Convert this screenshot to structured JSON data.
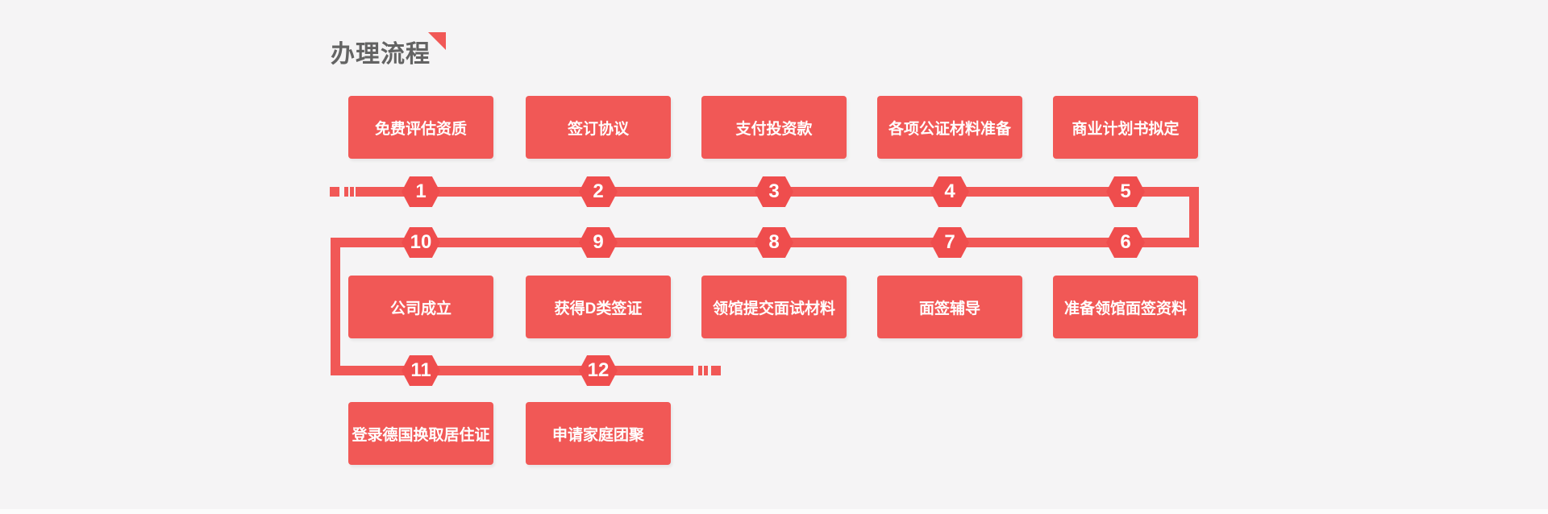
{
  "header": {
    "title": "办理流程"
  },
  "colors": {
    "background": "#f5f4f5",
    "primary": "#f15856",
    "hexagon": "#ef4d4d",
    "title_text": "#636363",
    "box_text": "#ffffff"
  },
  "flow": {
    "row1": [
      "免费评估资质",
      "签订协议",
      "支付投资款",
      "各项公证材料准备",
      "商业计划书拟定"
    ],
    "row2": [
      "公司成立",
      "获得D类签证",
      "领馆提交面试材料",
      "面签辅导",
      "准备领馆面签资料"
    ],
    "row3": [
      "登录德国换取居住证",
      "申请家庭团聚"
    ],
    "line1": [
      "1",
      "2",
      "3",
      "4",
      "5"
    ],
    "line2": [
      "10",
      "9",
      "8",
      "7",
      "6"
    ],
    "line3": [
      "11",
      "12"
    ]
  }
}
